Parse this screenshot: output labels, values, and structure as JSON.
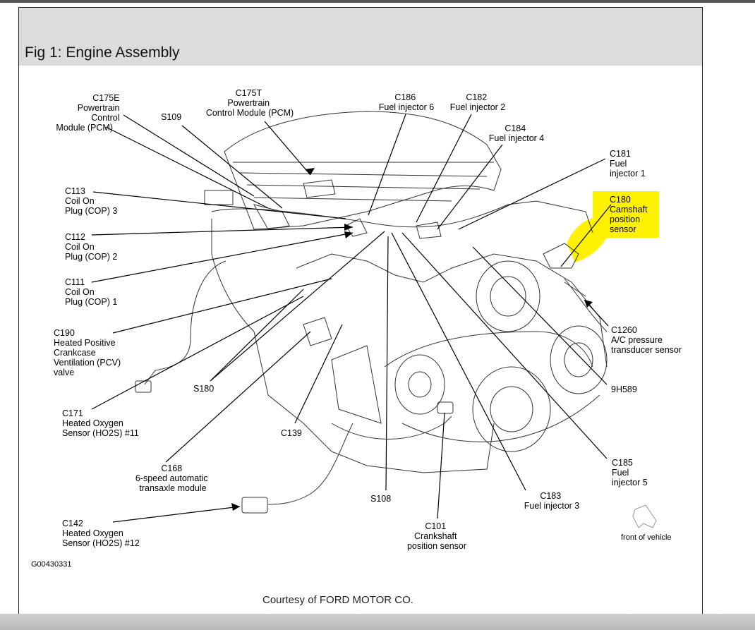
{
  "figure": {
    "title": "Fig 1: Engine Assembly",
    "courtesy": "Courtesy of FORD MOTOR CO.",
    "code": "G00430331",
    "direction_label": "front of vehicle"
  },
  "labels": {
    "c175e": [
      "C175E",
      "Powertrain",
      "Control",
      "Module (PCM)"
    ],
    "s109": [
      "S109"
    ],
    "c175t": [
      "C175T",
      "Powertrain",
      "Control Module (PCM)"
    ],
    "c186": [
      "C186",
      "Fuel injector 6"
    ],
    "c182": [
      "C182",
      "Fuel injector 2"
    ],
    "c184": [
      "C184",
      "Fuel injector 4"
    ],
    "c181": [
      "C181",
      "Fuel",
      "injector 1"
    ],
    "c180": [
      "C180",
      "Camshaft",
      "position",
      "sensor"
    ],
    "c113": [
      "C113",
      "Coil On",
      "Plug (COP) 3"
    ],
    "c112": [
      "C112",
      "Coil On",
      "Plug (COP) 2"
    ],
    "c111": [
      "C111",
      "Coil On",
      "Plug (COP) 1"
    ],
    "c190": [
      "C190",
      "Heated Positive",
      "Crankcase",
      "Ventilation (PCV)",
      "valve"
    ],
    "s180": [
      "S180"
    ],
    "c171": [
      "C171",
      "Heated Oxygen",
      "Sensor (HO2S) #11"
    ],
    "c139": [
      "C139"
    ],
    "c168": [
      "C168",
      "6-speed automatic",
      "transaxle module"
    ],
    "s108": [
      "S108"
    ],
    "c142": [
      "C142",
      "Heated Oxygen",
      "Sensor (HO2S) #12"
    ],
    "c101": [
      "C101",
      "Crankshaft",
      "position sensor"
    ],
    "c183": [
      "C183",
      "Fuel injector 3"
    ],
    "c185": [
      "C185",
      "Fuel",
      "injector 5"
    ],
    "h9589": [
      "9H589"
    ],
    "c1260": [
      "C1260",
      "A/C pressure",
      "transducer sensor"
    ]
  },
  "colors": {
    "highlight": "#fff200",
    "header_bg": "#dcdcdc",
    "line": "#000000"
  }
}
